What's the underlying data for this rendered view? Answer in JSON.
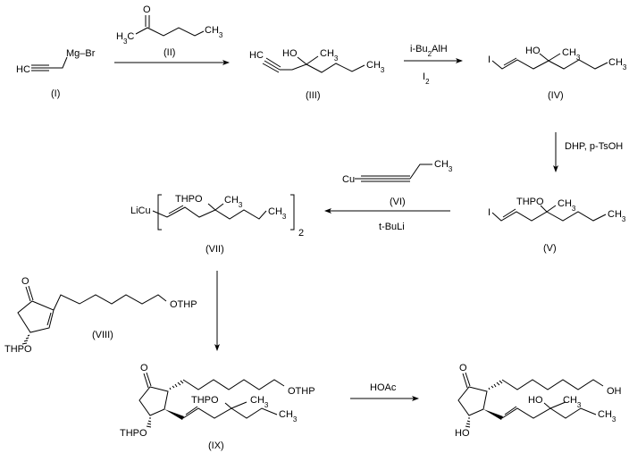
{
  "compounds": {
    "I": {
      "label": "(I)",
      "hc": "HC",
      "mgbr": "Mg–Br"
    },
    "II": {
      "label": "(II)",
      "o": "O",
      "h3c": "H3C",
      "ch3": "CH3"
    },
    "III": {
      "label": "(III)",
      "hc": "HC",
      "ho": "HO",
      "ch3_a": "CH3",
      "ch3_b": "CH3"
    },
    "IV": {
      "label": "(IV)",
      "i": "I",
      "ho": "HO",
      "ch3_a": "CH3",
      "ch3_b": "CH3"
    },
    "V": {
      "label": "(V)",
      "i": "I",
      "thpo": "THPO",
      "ch3_a": "CH3",
      "ch3_b": "CH3"
    },
    "VI": {
      "label": "(VI)",
      "cu": "Cu",
      "ch3": "CH3"
    },
    "VII": {
      "label": "(VII)",
      "licu": "LiCu",
      "thpo": "THPO",
      "ch3_a": "CH3",
      "ch3_b": "CH3",
      "subscript": "2"
    },
    "VIII": {
      "label": "(VIII)",
      "o": "O",
      "othp": "OTHP",
      "thpo": "THPO"
    },
    "IX": {
      "label": "(IX)",
      "o": "O",
      "othp": "OTHP",
      "thpo_side": "THPO",
      "ch3_a": "CH3",
      "ch3_b": "CH3",
      "thpo_ring": "THPO"
    },
    "product": {
      "o": "O",
      "oh": "OH",
      "ho_side": "HO",
      "ch3_a": "CH3",
      "ch3_b": "CH3",
      "ho_ring": "HO"
    }
  },
  "reagents": {
    "step1": "",
    "step2_top": "i-Bu2AlH",
    "step2_bottom": "I2",
    "step3": "DHP, p-TsOH",
    "step4_bottom": "t-BuLi",
    "step6": "HOAc"
  }
}
